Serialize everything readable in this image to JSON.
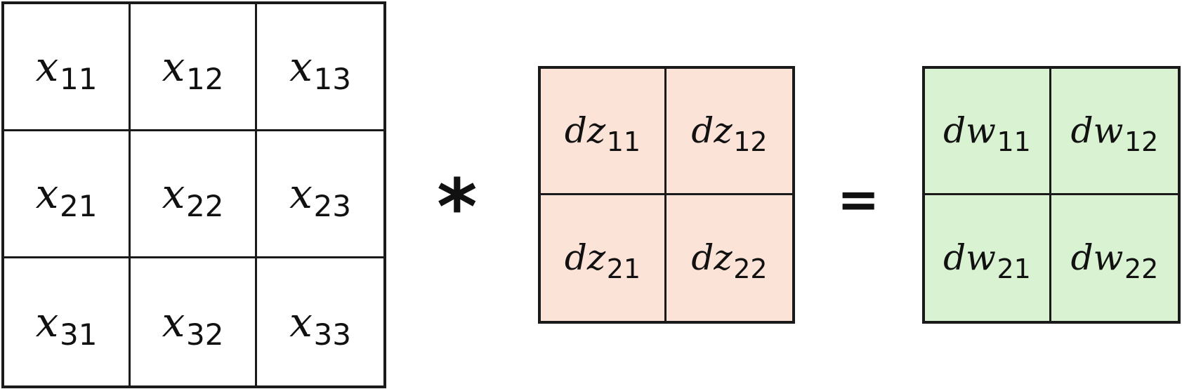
{
  "colors": {
    "border": "#1a1a1a",
    "x_fill": "#ffffff",
    "dz_fill": "#fce3d8",
    "dw_fill": "#d9f2d2"
  },
  "matrix_x": {
    "cells": [
      {
        "sym": "x",
        "sub": "11"
      },
      {
        "sym": "x",
        "sub": "12"
      },
      {
        "sym": "x",
        "sub": "13"
      },
      {
        "sym": "x",
        "sub": "21"
      },
      {
        "sym": "x",
        "sub": "22"
      },
      {
        "sym": "x",
        "sub": "23"
      },
      {
        "sym": "x",
        "sub": "31"
      },
      {
        "sym": "x",
        "sub": "32"
      },
      {
        "sym": "x",
        "sub": "33"
      }
    ]
  },
  "operator_multiply": "*",
  "matrix_dz": {
    "cells": [
      {
        "sym": "dz",
        "sub": "11"
      },
      {
        "sym": "dz",
        "sub": "12"
      },
      {
        "sym": "dz",
        "sub": "21"
      },
      {
        "sym": "dz",
        "sub": "22"
      }
    ]
  },
  "operator_equals": "=",
  "matrix_dw": {
    "cells": [
      {
        "sym": "dw",
        "sub": "11"
      },
      {
        "sym": "dw",
        "sub": "12"
      },
      {
        "sym": "dw",
        "sub": "21"
      },
      {
        "sym": "dw",
        "sub": "22"
      }
    ]
  }
}
